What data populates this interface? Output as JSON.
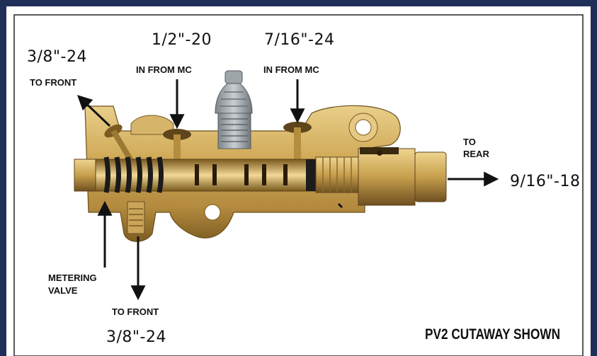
{
  "title": "PV2 CUTAWAY SHOWN",
  "inlet_left": {
    "callout": "IN FROM MC",
    "thread": "1/2\"-20"
  },
  "inlet_right": {
    "callout": "IN FROM MC",
    "thread": "7/16\"-24"
  },
  "front_upper": {
    "callout": "TO FRONT",
    "thread": "3/8\"-24"
  },
  "front_lower": {
    "callout": "TO FRONT",
    "thread": "3/8\"-24"
  },
  "rear": {
    "callout_line1": "TO",
    "callout_line2": "REAR",
    "thread": "9/16\"-18"
  },
  "metering": {
    "line1": "METERING",
    "line2": "VALVE"
  },
  "colors": {
    "border": "#1f2f5a",
    "brass": "#c9a552",
    "brass_dark": "#8a6a2a",
    "panel": "#ffffff"
  }
}
